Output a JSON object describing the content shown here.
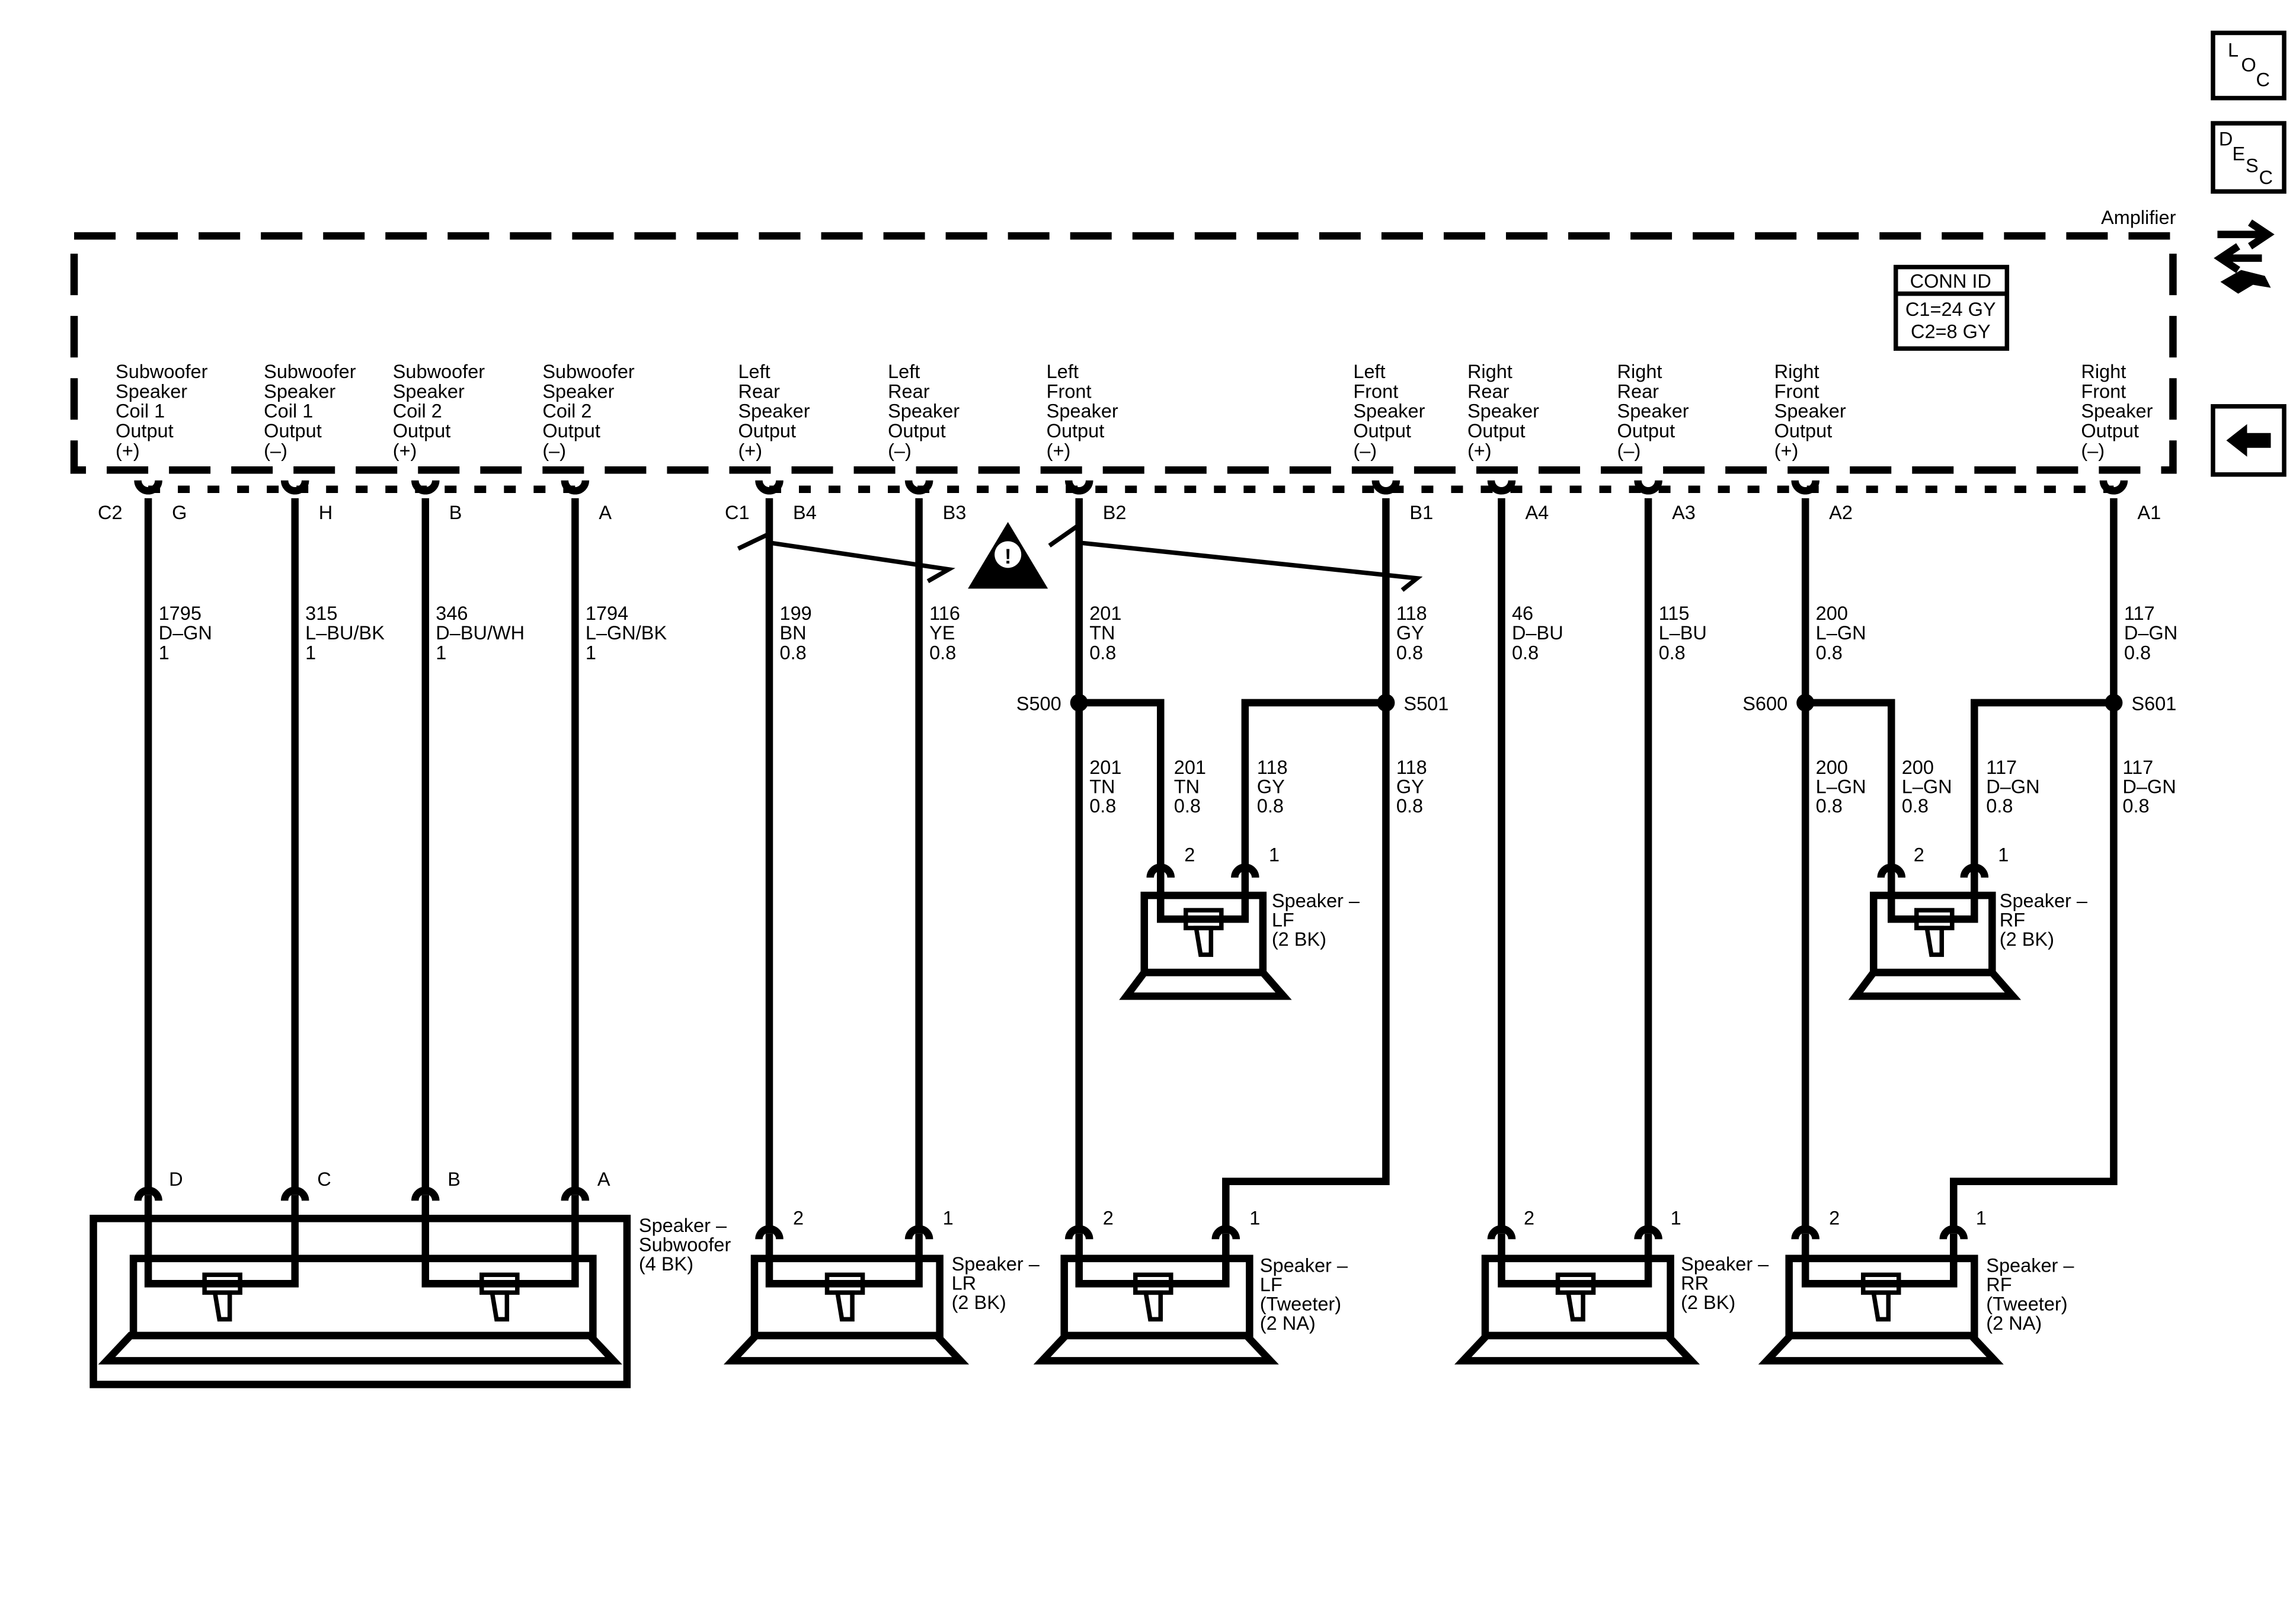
{
  "amplifier": {
    "title": "Amplifier",
    "conn_id": {
      "header": "CONN ID",
      "line1": "C1=24 GY",
      "line2": "C2=8 GY"
    },
    "connector_c2": "C2",
    "connector_c1": "C1",
    "terminals": [
      {
        "id": "sub-coil1-pos",
        "label": [
          "Subwoofer",
          "Speaker",
          "Coil 1",
          "Output",
          "(+)"
        ],
        "pin": "G",
        "circuit": "1795",
        "color": "D–GN",
        "gauge": "1"
      },
      {
        "id": "sub-coil1-neg",
        "label": [
          "Subwoofer",
          "Speaker",
          "Coil 1",
          "Output",
          "(–)"
        ],
        "pin": "H",
        "circuit": "315",
        "color": "L–BU/BK",
        "gauge": "1"
      },
      {
        "id": "sub-coil2-pos",
        "label": [
          "Subwoofer",
          "Speaker",
          "Coil 2",
          "Output",
          "(+)"
        ],
        "pin": "B",
        "circuit": "346",
        "color": "D–BU/WH",
        "gauge": "1"
      },
      {
        "id": "sub-coil2-neg",
        "label": [
          "Subwoofer",
          "Speaker",
          "Coil 2",
          "Output",
          "(–)"
        ],
        "pin": "A",
        "circuit": "1794",
        "color": "L–GN/BK",
        "gauge": "1"
      },
      {
        "id": "lr-pos",
        "label": [
          "Left",
          "Rear",
          "Speaker",
          "Output",
          "(+)"
        ],
        "pin": "B4",
        "circuit": "199",
        "color": "BN",
        "gauge": "0.8"
      },
      {
        "id": "lr-neg",
        "label": [
          "Left",
          "Rear",
          "Speaker",
          "Output",
          "(–)"
        ],
        "pin": "B3",
        "circuit": "116",
        "color": "YE",
        "gauge": "0.8"
      },
      {
        "id": "lf-pos",
        "label": [
          "Left",
          "Front",
          "Speaker",
          "Output",
          "(+)"
        ],
        "pin": "B2",
        "circuit": "201",
        "color": "TN",
        "gauge": "0.8"
      },
      {
        "id": "lf-neg",
        "label": [
          "Left",
          "Front",
          "Speaker",
          "Output",
          "(–)"
        ],
        "pin": "B1",
        "circuit": "118",
        "color": "GY",
        "gauge": "0.8"
      },
      {
        "id": "rr-pos",
        "label": [
          "Right",
          "Rear",
          "Speaker",
          "Output",
          "(+)"
        ],
        "pin": "A4",
        "circuit": "46",
        "color": "D–BU",
        "gauge": "0.8"
      },
      {
        "id": "rr-neg",
        "label": [
          "Right",
          "Rear",
          "Speaker",
          "Output",
          "(–)"
        ],
        "pin": "A3",
        "circuit": "115",
        "color": "L–BU",
        "gauge": "0.8"
      },
      {
        "id": "rf-pos",
        "label": [
          "Right",
          "Front",
          "Speaker",
          "Output",
          "(+)"
        ],
        "pin": "A2",
        "circuit": "200",
        "color": "L–GN",
        "gauge": "0.8"
      },
      {
        "id": "rf-neg",
        "label": [
          "Right",
          "Front",
          "Speaker",
          "Output",
          "(–)"
        ],
        "pin": "A1",
        "circuit": "117",
        "color": "D–GN",
        "gauge": "0.8"
      }
    ]
  },
  "splices": [
    {
      "id": "S500",
      "branch": {
        "circuit": "201",
        "color": "TN",
        "gauge": "0.8"
      }
    },
    {
      "id": "S501",
      "branch": {
        "circuit": "118",
        "color": "GY",
        "gauge": "0.8"
      }
    },
    {
      "id": "S600",
      "branch": {
        "circuit": "200",
        "color": "L–GN",
        "gauge": "0.8"
      }
    },
    {
      "id": "S601",
      "branch": {
        "circuit": "117",
        "color": "D–GN",
        "gauge": "0.8"
      }
    }
  ],
  "speakers": {
    "subwoofer": {
      "label": [
        "Speaker –",
        "Subwoofer",
        "(4 BK)"
      ],
      "pins": [
        "D",
        "C",
        "B",
        "A"
      ]
    },
    "lr": {
      "label": [
        "Speaker –",
        "LR",
        "(2 BK)"
      ],
      "pins": [
        "2",
        "1"
      ]
    },
    "lf_tweeter": {
      "label": [
        "Speaker –",
        "LF",
        "(Tweeter)",
        "(2 NA)"
      ],
      "pins": [
        "2",
        "1"
      ]
    },
    "rr": {
      "label": [
        "Speaker –",
        "RR",
        "(2 BK)"
      ],
      "pins": [
        "2",
        "1"
      ]
    },
    "rf_tweeter": {
      "label": [
        "Speaker –",
        "RF",
        "(Tweeter)",
        "(2 NA)"
      ],
      "pins": [
        "2",
        "1"
      ]
    },
    "lf": {
      "label": [
        "Speaker –",
        "LF",
        "(2 BK)"
      ],
      "pins": [
        "2",
        "1"
      ]
    },
    "rf": {
      "label": [
        "Speaker –",
        "RF",
        "(2 BK)"
      ],
      "pins": [
        "2",
        "1"
      ]
    }
  },
  "side_buttons": {
    "loc": [
      "L",
      "O",
      "C"
    ],
    "desc": [
      "D",
      "E",
      "S",
      "C"
    ]
  },
  "caution_symbol": "!"
}
